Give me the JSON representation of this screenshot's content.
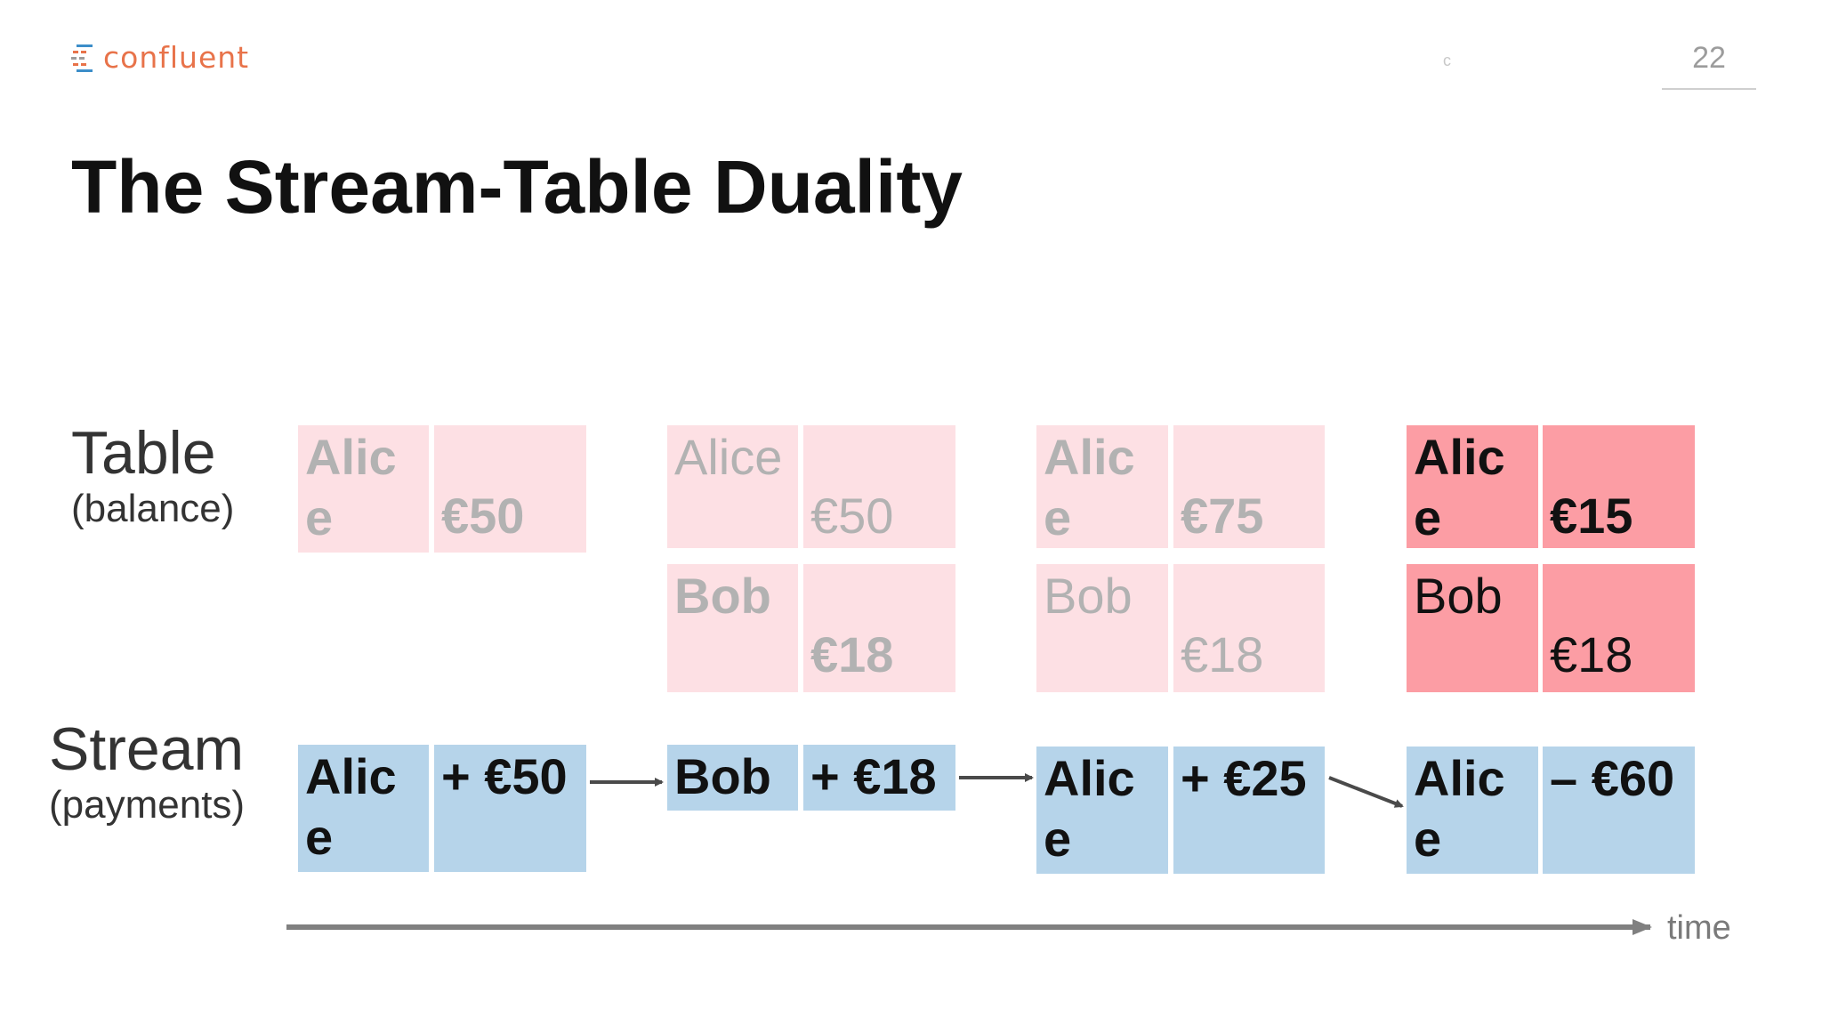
{
  "logo": {
    "text": "confluent"
  },
  "header": {
    "corner_mark": "c",
    "page_number": "22"
  },
  "title": "The Stream-Table Duality",
  "labels": {
    "table": {
      "main": "Table",
      "sub": "(balance)"
    },
    "stream": {
      "main": "Stream",
      "sub": "(payments)"
    },
    "time": "time"
  },
  "table_states": [
    [
      {
        "key": "Alice",
        "value": "€50"
      }
    ],
    [
      {
        "key": "Alice",
        "value": "€50"
      },
      {
        "key": "Bob",
        "value": "€18"
      }
    ],
    [
      {
        "key": "Alice",
        "value": "€75"
      },
      {
        "key": "Bob",
        "value": "€18"
      }
    ],
    [
      {
        "key": "Alice",
        "value": "€15"
      },
      {
        "key": "Bob",
        "value": "€18"
      }
    ]
  ],
  "stream_events": [
    {
      "key": "Alice",
      "value": "+ €50"
    },
    {
      "key": "Bob",
      "value": "+ €18"
    },
    {
      "key": "Alice",
      "value": "+ €25"
    },
    {
      "key": "Alice",
      "value": "– €60"
    }
  ],
  "colors": {
    "table_faded": "#fde0e4",
    "table_current": "#fc9da4",
    "stream": "#b6d4ea",
    "logo": "#e8734a",
    "logo_bars": "#3c8ec9"
  }
}
